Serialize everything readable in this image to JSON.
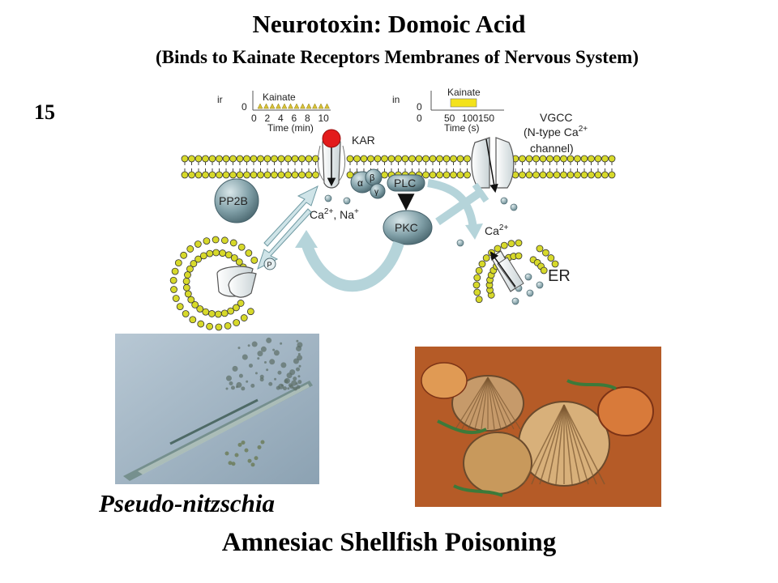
{
  "title": "Neurotoxin: Domoic Acid",
  "subtitle": "(Binds to Kainate Receptors Membranes of Nervous System)",
  "slide_number": "15",
  "diagram": {
    "inset_left": {
      "label": "Kainate",
      "y_tick": "0",
      "x_ticks": [
        "0",
        "2",
        "4",
        "6",
        "8",
        "10"
      ],
      "x_label": "Time (min)"
    },
    "inset_right": {
      "label": "Kainate",
      "y_tick": "0",
      "x_ticks": [
        "0",
        "50",
        "100",
        "150"
      ],
      "x_label": "Time (s)"
    },
    "kar": "KAR",
    "vgcc_line1": "VGCC",
    "vgcc_line2": "(N-type Ca",
    "vgcc_line2_sup": "2+",
    "vgcc_line3": "channel)",
    "pp2b": "PP2B",
    "plc": "PLC",
    "pkc": "PKC",
    "g_alpha": "α",
    "g_beta": "β",
    "g_gamma": "γ",
    "ca_na": "Ca",
    "ca_na_sup": "2+",
    "ca_na_rest": ", Na",
    "na_sup": "+",
    "ca_er": "Ca",
    "ca_er_sup": "2+",
    "er": "ER",
    "phospho": "P"
  },
  "caption_species": "Pseudo-nitzschia",
  "caption_main": "Amnesiac Shellfish Poisoning",
  "colors": {
    "lipid_head": "#d7d92a",
    "protein": "#7f9ea6",
    "arrow": "#b5d4da",
    "kainate_marker": "#e31b1b"
  }
}
